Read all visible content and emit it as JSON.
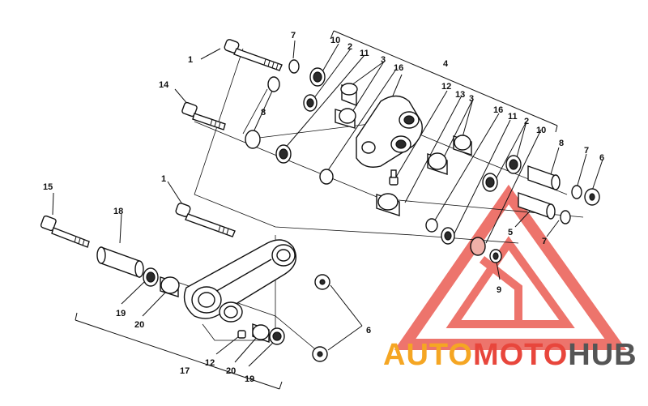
{
  "callouts": [
    {
      "id": "1a",
      "label": "1"
    },
    {
      "id": "7a",
      "label": "7"
    },
    {
      "id": "10a",
      "label": "10"
    },
    {
      "id": "2a",
      "label": "2"
    },
    {
      "id": "11a",
      "label": "11"
    },
    {
      "id": "3a",
      "label": "3"
    },
    {
      "id": "16a",
      "label": "16"
    },
    {
      "id": "4",
      "label": "4"
    },
    {
      "id": "14",
      "label": "14"
    },
    {
      "id": "8a",
      "label": "8"
    },
    {
      "id": "12a",
      "label": "12"
    },
    {
      "id": "13",
      "label": "13"
    },
    {
      "id": "3b",
      "label": "3"
    },
    {
      "id": "16b",
      "label": "16"
    },
    {
      "id": "11b",
      "label": "11"
    },
    {
      "id": "2b",
      "label": "2"
    },
    {
      "id": "10b",
      "label": "10"
    },
    {
      "id": "8b",
      "label": "8"
    },
    {
      "id": "7b",
      "label": "7"
    },
    {
      "id": "6a",
      "label": "6"
    },
    {
      "id": "5",
      "label": "5"
    },
    {
      "id": "7c",
      "label": "7"
    },
    {
      "id": "9",
      "label": "9"
    },
    {
      "id": "15",
      "label": "15"
    },
    {
      "id": "18",
      "label": "18"
    },
    {
      "id": "1b",
      "label": "1"
    },
    {
      "id": "19a",
      "label": "19"
    },
    {
      "id": "20a",
      "label": "20"
    },
    {
      "id": "6b",
      "label": "6"
    },
    {
      "id": "12b",
      "label": "12"
    },
    {
      "id": "20b",
      "label": "20"
    },
    {
      "id": "19b",
      "label": "19"
    },
    {
      "id": "17",
      "label": "17"
    }
  ],
  "watermark": {
    "part1": "AUTO",
    "part2": "MOTO",
    "part3": "HUB",
    "color1": "#f5a623",
    "color2": "#e8463c",
    "color3": "#555555",
    "logo_color": "#e8463c"
  }
}
